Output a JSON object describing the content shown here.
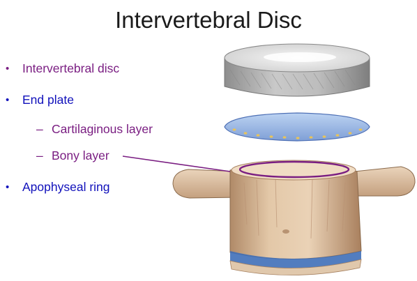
{
  "slide": {
    "title": "Intervertebral Disc"
  },
  "bullets": {
    "intervertebral_disc": "Intervertebral disc",
    "end_plate": "End plate",
    "cartilaginous_layer": "Cartilaginous layer",
    "bony_layer": "Bony layer",
    "apophyseal_ring": "Apophyseal ring"
  },
  "colors": {
    "title": "#1a1a1a",
    "level1_text": "#7a1e82",
    "level2_text": "#1111bb",
    "sub_items_text": "#7a1e82",
    "callout_line": "#7a1e82",
    "endplate_fill": "#9bbbe6"
  },
  "illustration": {
    "parts": [
      "intervertebral-disc",
      "cartilaginous-endplate",
      "vertebral-body",
      "transverse-processes",
      "bony-endplate-highlight"
    ]
  }
}
